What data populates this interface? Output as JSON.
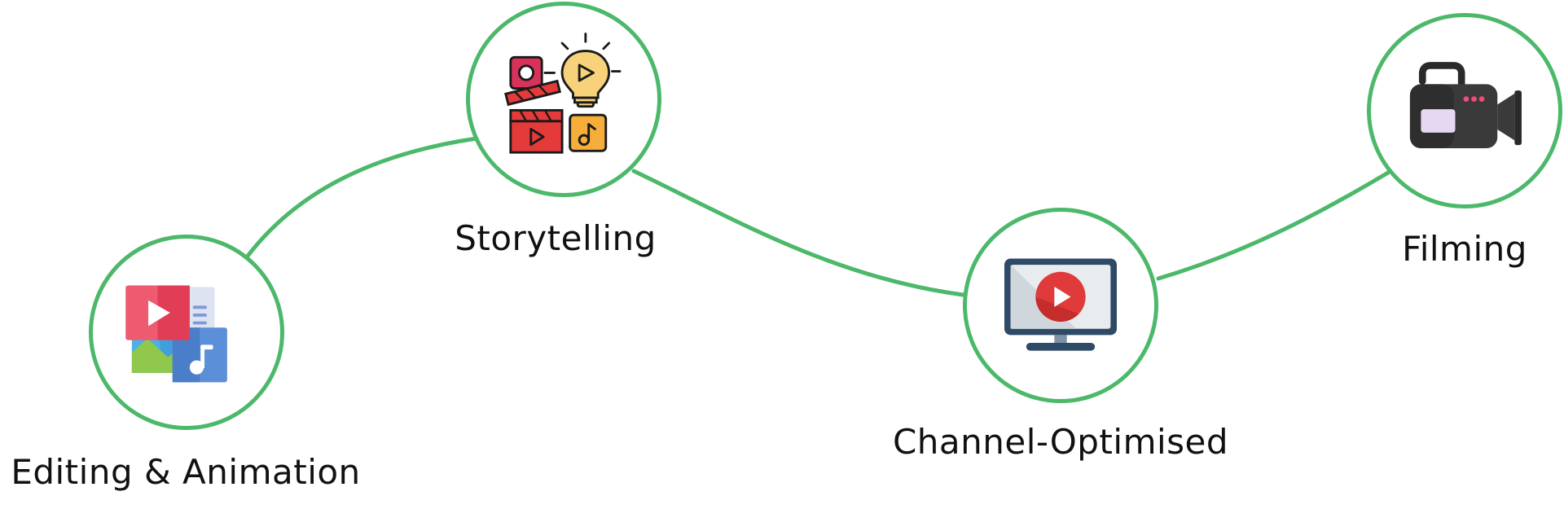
{
  "accent_color": "#4CB86A",
  "nodes": {
    "editing": {
      "label": "Editing & Animation",
      "icon": "media-files-icon"
    },
    "storytelling": {
      "label": "Storytelling",
      "icon": "storytelling-icon"
    },
    "channel": {
      "label": "Channel-Optimised",
      "icon": "monitor-play-icon"
    },
    "filming": {
      "label": "Filming",
      "icon": "video-camera-icon"
    }
  }
}
